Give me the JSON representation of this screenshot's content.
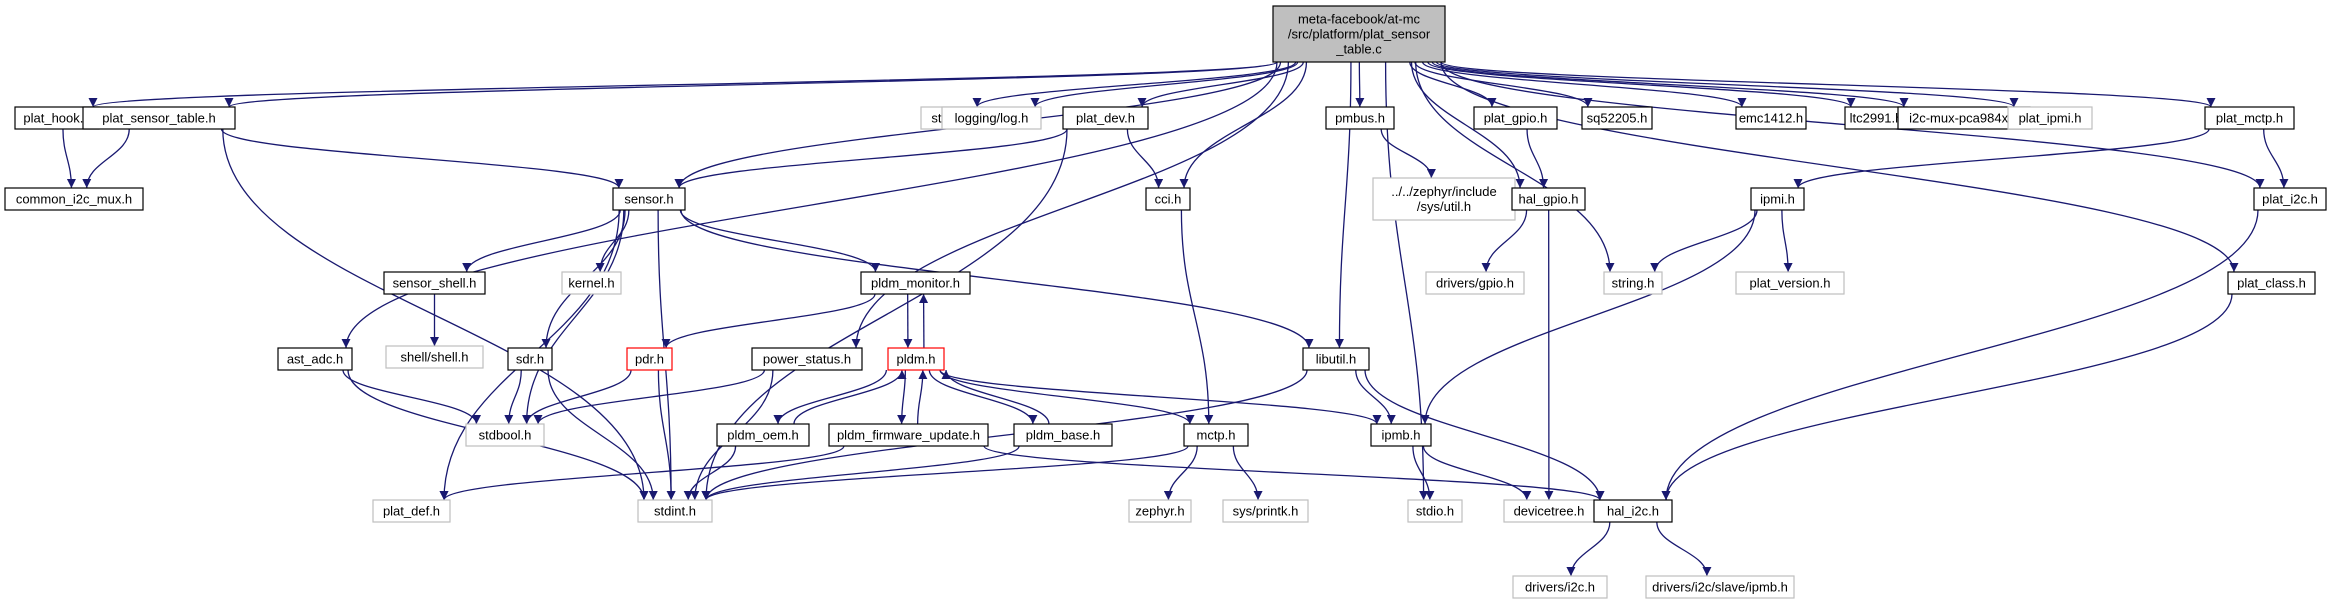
{
  "graph": {
    "nodes": [
      {
        "id": "root",
        "lines": [
          "meta-facebook/at-mc",
          "/src/platform/plat_sensor",
          "_table.c"
        ],
        "style": "root"
      },
      {
        "id": "plat_hook",
        "lines": [
          "plat_hook.h"
        ],
        "style": "file"
      },
      {
        "id": "plat_sensor_table_h",
        "lines": [
          "plat_sensor_table.h"
        ],
        "style": "file"
      },
      {
        "id": "common_i2c_mux",
        "lines": [
          "common_i2c_mux.h"
        ],
        "style": "file"
      },
      {
        "id": "sensor",
        "lines": [
          "sensor.h"
        ],
        "style": "file"
      },
      {
        "id": "stdlib",
        "lines": [
          "stdlib.h"
        ],
        "style": "external"
      },
      {
        "id": "logging",
        "lines": [
          "logging/log.h"
        ],
        "style": "external"
      },
      {
        "id": "plat_dev",
        "lines": [
          "plat_dev.h"
        ],
        "style": "file"
      },
      {
        "id": "pmbus",
        "lines": [
          "pmbus.h"
        ],
        "style": "file"
      },
      {
        "id": "zephyr_util",
        "lines": [
          "../../zephyr/include",
          "/sys/util.h"
        ],
        "style": "external"
      },
      {
        "id": "plat_gpio",
        "lines": [
          "plat_gpio.h"
        ],
        "style": "file"
      },
      {
        "id": "sq52205",
        "lines": [
          "sq52205.h"
        ],
        "style": "file"
      },
      {
        "id": "emc1412",
        "lines": [
          "emc1412.h"
        ],
        "style": "file"
      },
      {
        "id": "ltc2991",
        "lines": [
          "ltc2991.h"
        ],
        "style": "file"
      },
      {
        "id": "i2c_mux_pca",
        "lines": [
          "i2c-mux-pca984x.h"
        ],
        "style": "file"
      },
      {
        "id": "plat_ipmi",
        "lines": [
          "plat_ipmi.h"
        ],
        "style": "external"
      },
      {
        "id": "plat_mctp",
        "lines": [
          "plat_mctp.h"
        ],
        "style": "file"
      },
      {
        "id": "cci",
        "lines": [
          "cci.h"
        ],
        "style": "file"
      },
      {
        "id": "hal_gpio",
        "lines": [
          "hal_gpio.h"
        ],
        "style": "file"
      },
      {
        "id": "ipmi",
        "lines": [
          "ipmi.h"
        ],
        "style": "file"
      },
      {
        "id": "plat_i2c",
        "lines": [
          "plat_i2c.h"
        ],
        "style": "file"
      },
      {
        "id": "sensor_shell",
        "lines": [
          "sensor_shell.h"
        ],
        "style": "file"
      },
      {
        "id": "kernel",
        "lines": [
          "kernel.h"
        ],
        "style": "external"
      },
      {
        "id": "pldm_monitor",
        "lines": [
          "pldm_monitor.h"
        ],
        "style": "file"
      },
      {
        "id": "drivers_gpio",
        "lines": [
          "drivers/gpio.h"
        ],
        "style": "external"
      },
      {
        "id": "string",
        "lines": [
          "string.h"
        ],
        "style": "external"
      },
      {
        "id": "plat_version",
        "lines": [
          "plat_version.h"
        ],
        "style": "external"
      },
      {
        "id": "plat_class",
        "lines": [
          "plat_class.h"
        ],
        "style": "file"
      },
      {
        "id": "shell",
        "lines": [
          "shell/shell.h"
        ],
        "style": "external"
      },
      {
        "id": "ast_adc",
        "lines": [
          "ast_adc.h"
        ],
        "style": "file"
      },
      {
        "id": "sdr",
        "lines": [
          "sdr.h"
        ],
        "style": "file"
      },
      {
        "id": "pdr",
        "lines": [
          "pdr.h"
        ],
        "style": "truncated"
      },
      {
        "id": "power_status",
        "lines": [
          "power_status.h"
        ],
        "style": "file"
      },
      {
        "id": "pldm",
        "lines": [
          "pldm.h"
        ],
        "style": "truncated"
      },
      {
        "id": "libutil",
        "lines": [
          "libutil.h"
        ],
        "style": "file"
      },
      {
        "id": "stdbool",
        "lines": [
          "stdbool.h"
        ],
        "style": "external"
      },
      {
        "id": "pldm_oem",
        "lines": [
          "pldm_oem.h"
        ],
        "style": "file"
      },
      {
        "id": "pldm_fw_update",
        "lines": [
          "pldm_firmware_update.h"
        ],
        "style": "file"
      },
      {
        "id": "pldm_base",
        "lines": [
          "pldm_base.h"
        ],
        "style": "file"
      },
      {
        "id": "mctp",
        "lines": [
          "mctp.h"
        ],
        "style": "file"
      },
      {
        "id": "ipmb",
        "lines": [
          "ipmb.h"
        ],
        "style": "file"
      },
      {
        "id": "plat_def",
        "lines": [
          "plat_def.h"
        ],
        "style": "external"
      },
      {
        "id": "stdint",
        "lines": [
          "stdint.h"
        ],
        "style": "external"
      },
      {
        "id": "zephyr_h",
        "lines": [
          "zephyr.h"
        ],
        "style": "external"
      },
      {
        "id": "sys_printk",
        "lines": [
          "sys/printk.h"
        ],
        "style": "external"
      },
      {
        "id": "stdio",
        "lines": [
          "stdio.h"
        ],
        "style": "external"
      },
      {
        "id": "devicetree",
        "lines": [
          "devicetree.h"
        ],
        "style": "external"
      },
      {
        "id": "hal_i2c",
        "lines": [
          "hal_i2c.h"
        ],
        "style": "file"
      },
      {
        "id": "drivers_i2c",
        "lines": [
          "drivers/i2c.h"
        ],
        "style": "external"
      },
      {
        "id": "drivers_slave_ipmb",
        "lines": [
          "drivers/i2c/slave/ipmb.h"
        ],
        "style": "external"
      }
    ],
    "edges": [
      [
        "root",
        "plat_hook"
      ],
      [
        "root",
        "plat_sensor_table_h"
      ],
      [
        "root",
        "sensor"
      ],
      [
        "root",
        "stdlib"
      ],
      [
        "root",
        "logging"
      ],
      [
        "root",
        "plat_dev"
      ],
      [
        "root",
        "pmbus"
      ],
      [
        "root",
        "plat_gpio"
      ],
      [
        "root",
        "sq52205"
      ],
      [
        "root",
        "emc1412"
      ],
      [
        "root",
        "ltc2991"
      ],
      [
        "root",
        "i2c_mux_pca"
      ],
      [
        "root",
        "plat_ipmi"
      ],
      [
        "root",
        "plat_mctp"
      ],
      [
        "root",
        "plat_i2c"
      ],
      [
        "root",
        "plat_class"
      ],
      [
        "root",
        "string"
      ],
      [
        "root",
        "hal_gpio"
      ],
      [
        "root",
        "libutil"
      ],
      [
        "root",
        "stdio"
      ],
      [
        "root",
        "cci"
      ],
      [
        "root",
        "power_status"
      ],
      [
        "root",
        "ast_adc"
      ],
      [
        "plat_hook",
        "common_i2c_mux"
      ],
      [
        "plat_sensor_table_h",
        "common_i2c_mux"
      ],
      [
        "plat_sensor_table_h",
        "sensor"
      ],
      [
        "plat_sensor_table_h",
        "stdint"
      ],
      [
        "plat_dev",
        "sensor"
      ],
      [
        "plat_dev",
        "cci"
      ],
      [
        "plat_dev",
        "stdint"
      ],
      [
        "pmbus",
        "zephyr_util"
      ],
      [
        "plat_gpio",
        "hal_gpio"
      ],
      [
        "hal_gpio",
        "drivers_gpio"
      ],
      [
        "hal_gpio",
        "devicetree"
      ],
      [
        "plat_mctp",
        "ipmi"
      ],
      [
        "plat_mctp",
        "plat_i2c"
      ],
      [
        "ipmi",
        "string"
      ],
      [
        "ipmi",
        "plat_version"
      ],
      [
        "ipmi",
        "ipmb"
      ],
      [
        "plat_i2c",
        "hal_i2c"
      ],
      [
        "plat_class",
        "hal_i2c"
      ],
      [
        "cci",
        "mctp"
      ],
      [
        "sensor",
        "sensor_shell"
      ],
      [
        "sensor",
        "kernel"
      ],
      [
        "sensor",
        "sdr"
      ],
      [
        "sensor",
        "pldm_monitor"
      ],
      [
        "sensor",
        "libutil"
      ],
      [
        "sensor",
        "stdbool"
      ],
      [
        "sensor",
        "stdint"
      ],
      [
        "sensor",
        "plat_def"
      ],
      [
        "sensor_shell",
        "shell"
      ],
      [
        "sdr",
        "stdbool"
      ],
      [
        "sdr",
        "stdint"
      ],
      [
        "pldm_monitor",
        "pdr"
      ],
      [
        "pldm_monitor",
        "pldm"
      ],
      [
        "pldm",
        "pldm_monitor"
      ],
      [
        "pdr",
        "stdbool"
      ],
      [
        "pdr",
        "stdint"
      ],
      [
        "ast_adc",
        "stdbool"
      ],
      [
        "ast_adc",
        "stdint"
      ],
      [
        "power_status",
        "stdbool"
      ],
      [
        "power_status",
        "stdint"
      ],
      [
        "pldm",
        "pldm_oem"
      ],
      [
        "pldm",
        "pldm_fw_update"
      ],
      [
        "pldm",
        "pldm_base"
      ],
      [
        "pldm",
        "mctp"
      ],
      [
        "pldm",
        "ipmb"
      ],
      [
        "pldm_oem",
        "pldm"
      ],
      [
        "pldm_fw_update",
        "pldm"
      ],
      [
        "pldm_base",
        "pldm"
      ],
      [
        "pldm_oem",
        "stdint"
      ],
      [
        "pldm_fw_update",
        "plat_def"
      ],
      [
        "pldm_fw_update",
        "hal_i2c"
      ],
      [
        "pldm_base",
        "stdint"
      ],
      [
        "libutil",
        "ipmb"
      ],
      [
        "libutil",
        "hal_i2c"
      ],
      [
        "libutil",
        "stdint"
      ],
      [
        "mctp",
        "stdint"
      ],
      [
        "mctp",
        "zephyr_h"
      ],
      [
        "mctp",
        "sys_printk"
      ],
      [
        "ipmb",
        "stdio"
      ],
      [
        "ipmb",
        "devicetree"
      ],
      [
        "hal_i2c",
        "drivers_i2c"
      ],
      [
        "hal_i2c",
        "drivers_slave_ipmb"
      ]
    ]
  },
  "colors": {
    "edge": "#191970",
    "file_border": "#000000",
    "external_border": "#bfbfbf",
    "truncated_border": "#ff0000",
    "root_fill": "#bfbfbf",
    "node_fill": "#ffffff",
    "text": "#000000"
  }
}
